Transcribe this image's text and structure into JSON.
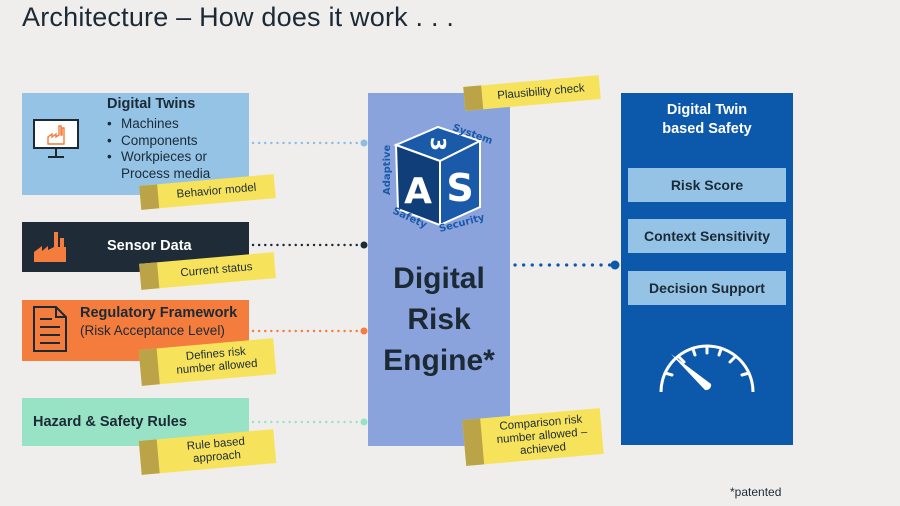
{
  "title": "Architecture – How does it work . . .",
  "inputs": {
    "digital_twins": {
      "title": "Digital Twins",
      "items": [
        "Machines",
        "Components",
        "Workpieces or",
        "Process media"
      ],
      "note": "Behavior model",
      "icon": "monitor-factory-icon",
      "color": "#94c3e6",
      "connector_color": "#8bbde6"
    },
    "sensor_data": {
      "title": "Sensor Data",
      "note": "Current status",
      "icon": "factory-icon",
      "color": "#1f2c38",
      "connector_color": "#1c2a36"
    },
    "regulatory_framework": {
      "title": "Regulatory Framework",
      "subtitle": "(Risk Acceptance Level)",
      "note_lines": [
        "Defines risk",
        "number allowed"
      ],
      "icon": "document-icon",
      "color": "#f47c3c",
      "connector_color": "#f47c3c"
    },
    "hazard_rules": {
      "title": "Hazard & Safety Rules",
      "note_lines": [
        "Rule based",
        "approach"
      ],
      "color": "#98e2c5",
      "connector_color": "#98e2c5"
    }
  },
  "engine": {
    "title_lines": [
      "Digital",
      "Risk",
      "Engine*"
    ],
    "logo": {
      "letters": [
        "A",
        "S",
        "3"
      ],
      "labels": [
        "System",
        "Adaptive",
        "Safety",
        "Security"
      ]
    },
    "note_top": "Plausibility check",
    "note_bottom_lines": [
      "Comparison risk",
      "number allowed –",
      "achieved"
    ],
    "color": "#8ba3dc"
  },
  "output": {
    "title_lines": [
      "Digital Twin",
      "based Safety"
    ],
    "items": [
      "Risk Score",
      "Context Sensitivity",
      "Decision Support"
    ],
    "icon": "gauge-icon",
    "color": "#0c58ab"
  },
  "footnote": "*patented"
}
